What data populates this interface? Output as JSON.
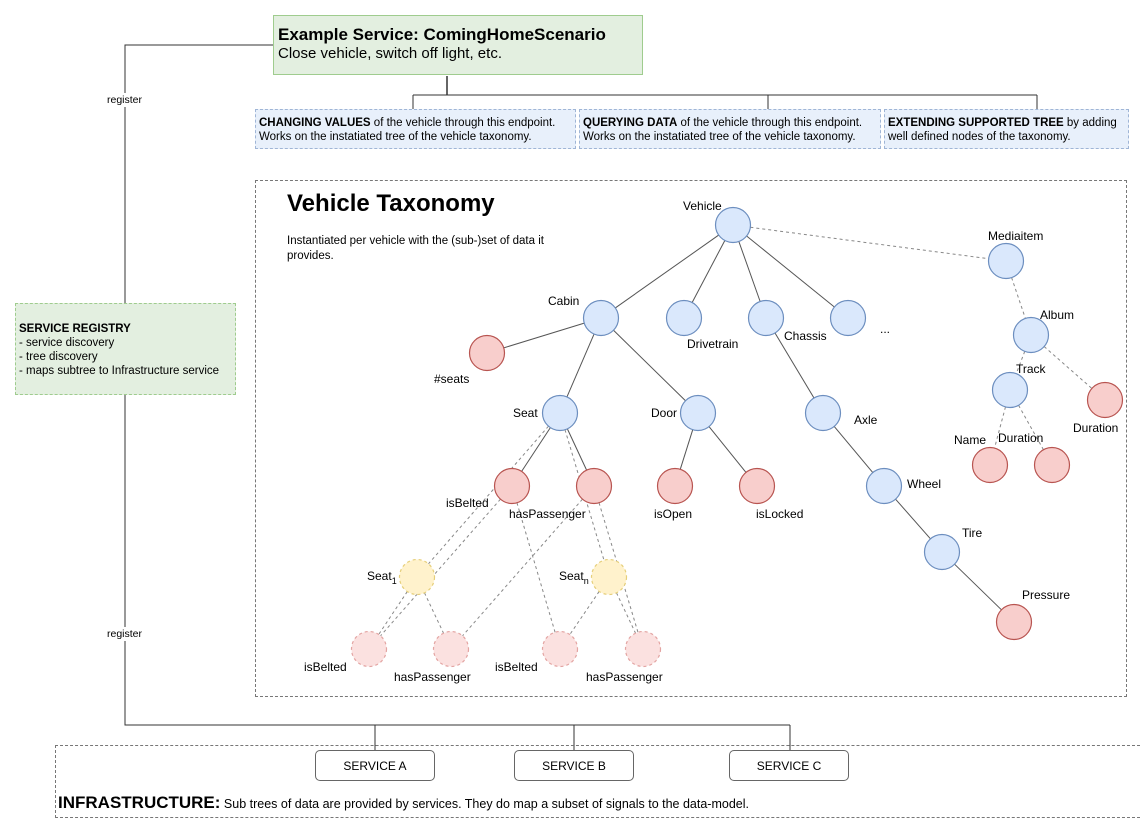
{
  "example_service": {
    "title": "Example Service: ComingHomeScenario",
    "subtitle": "Close vehicle, switch off light, etc."
  },
  "endpoints": [
    {
      "bold": "CHANGING VALUES",
      "rest": " of the vehicle through this endpoint.",
      "line2": "Works on the instatiated tree of the vehicle taxonomy."
    },
    {
      "bold": "QUERYING DATA",
      "rest": " of the vehicle through this endpoint.",
      "line2": "Works on the instatiated tree of the vehicle taxonomy."
    },
    {
      "bold": "EXTENDING SUPPORTED TREE",
      "rest": " by adding",
      "line2": "well defined nodes of the taxonomy."
    }
  ],
  "registry": {
    "title": "SERVICE REGISTRY",
    "items": [
      "- service discovery",
      "- tree discovery",
      "- maps subtree to Infrastructure service"
    ]
  },
  "register_labels": [
    "register",
    "register"
  ],
  "taxonomy": {
    "title": "Vehicle Taxonomy",
    "description": "Instantiated per vehicle with the (sub-)set of data it provides.",
    "node_colors": {
      "branch_fill": "#dae8fc",
      "branch_stroke": "#6c8ebf",
      "leaf_fill": "#f8cecc",
      "leaf_stroke": "#b85450",
      "instance_fill": "#fff2cc",
      "instance_stroke": "#e6cf7a",
      "ghost_fill": "#fbe1e0",
      "ghost_stroke": "#e3a4a2"
    },
    "nodes": [
      {
        "id": "vehicle",
        "label": "Vehicle",
        "type": "branch"
      },
      {
        "id": "cabin",
        "label": "Cabin",
        "type": "branch"
      },
      {
        "id": "drivetrain",
        "label": "Drivetrain",
        "type": "branch"
      },
      {
        "id": "chassis",
        "label": "Chassis",
        "type": "branch"
      },
      {
        "id": "more",
        "label": "...",
        "type": "branch"
      },
      {
        "id": "mediaitem",
        "label": "Mediaitem",
        "type": "branch"
      },
      {
        "id": "seats",
        "label": "#seats",
        "type": "leaf"
      },
      {
        "id": "seat",
        "label": "Seat",
        "type": "branch"
      },
      {
        "id": "door",
        "label": "Door",
        "type": "branch"
      },
      {
        "id": "axle",
        "label": "Axle",
        "type": "branch"
      },
      {
        "id": "album",
        "label": "Album",
        "type": "branch"
      },
      {
        "id": "track",
        "label": "Track",
        "type": "branch"
      },
      {
        "id": "album_duration",
        "label": "Duration",
        "type": "leaf"
      },
      {
        "id": "track_name",
        "label": "Name",
        "type": "leaf"
      },
      {
        "id": "track_duration",
        "label": "Duration",
        "type": "leaf"
      },
      {
        "id": "isbelted",
        "label": "isBelted",
        "type": "leaf"
      },
      {
        "id": "haspassenger",
        "label": "hasPassenger",
        "type": "leaf"
      },
      {
        "id": "isopen",
        "label": "isOpen",
        "type": "leaf"
      },
      {
        "id": "islocked",
        "label": "isLocked",
        "type": "leaf"
      },
      {
        "id": "wheel",
        "label": "Wheel",
        "type": "branch"
      },
      {
        "id": "tire",
        "label": "Tire",
        "type": "branch"
      },
      {
        "id": "pressure",
        "label": "Pressure",
        "type": "leaf"
      },
      {
        "id": "seat1",
        "label": "Seat",
        "sub": "1",
        "type": "instance"
      },
      {
        "id": "seatn",
        "label": "Seat",
        "sub": "n",
        "type": "instance"
      },
      {
        "id": "s1_isbelted",
        "label": "isBelted",
        "type": "ghost"
      },
      {
        "id": "s1_haspassenger",
        "label": "hasPassenger",
        "type": "ghost"
      },
      {
        "id": "sn_isbelted",
        "label": "isBelted",
        "type": "ghost"
      },
      {
        "id": "sn_haspassenger",
        "label": "hasPassenger",
        "type": "ghost"
      }
    ],
    "edges": [
      {
        "from": "vehicle",
        "to": "cabin",
        "style": "solid"
      },
      {
        "from": "vehicle",
        "to": "drivetrain",
        "style": "solid"
      },
      {
        "from": "vehicle",
        "to": "chassis",
        "style": "solid"
      },
      {
        "from": "vehicle",
        "to": "more",
        "style": "solid"
      },
      {
        "from": "vehicle",
        "to": "mediaitem",
        "style": "dashed"
      },
      {
        "from": "cabin",
        "to": "seats",
        "style": "solid"
      },
      {
        "from": "cabin",
        "to": "seat",
        "style": "solid"
      },
      {
        "from": "cabin",
        "to": "door",
        "style": "solid"
      },
      {
        "from": "seat",
        "to": "isbelted",
        "style": "solid"
      },
      {
        "from": "seat",
        "to": "haspassenger",
        "style": "solid"
      },
      {
        "from": "door",
        "to": "isopen",
        "style": "solid"
      },
      {
        "from": "door",
        "to": "islocked",
        "style": "solid"
      },
      {
        "from": "chassis",
        "to": "axle",
        "style": "solid"
      },
      {
        "from": "axle",
        "to": "wheel",
        "style": "solid"
      },
      {
        "from": "wheel",
        "to": "tire",
        "style": "solid"
      },
      {
        "from": "tire",
        "to": "pressure",
        "style": "solid"
      },
      {
        "from": "mediaitem",
        "to": "album",
        "style": "dashed"
      },
      {
        "from": "album",
        "to": "track",
        "style": "dashed"
      },
      {
        "from": "album",
        "to": "album_duration",
        "style": "dashed"
      },
      {
        "from": "track",
        "to": "track_name",
        "style": "dashed"
      },
      {
        "from": "track",
        "to": "track_duration",
        "style": "dashed"
      },
      {
        "from": "seat",
        "to": "seat1",
        "style": "dashed"
      },
      {
        "from": "seat",
        "to": "seatn",
        "style": "dashed"
      },
      {
        "from": "seat1",
        "to": "s1_isbelted",
        "style": "dashed"
      },
      {
        "from": "seat1",
        "to": "s1_haspassenger",
        "style": "dashed"
      },
      {
        "from": "seatn",
        "to": "sn_isbelted",
        "style": "dashed"
      },
      {
        "from": "seatn",
        "to": "sn_haspassenger",
        "style": "dashed"
      },
      {
        "from": "isbelted",
        "to": "s1_isbelted",
        "style": "dashed"
      },
      {
        "from": "isbelted",
        "to": "sn_isbelted",
        "style": "dashed"
      },
      {
        "from": "haspassenger",
        "to": "s1_haspassenger",
        "style": "dashed"
      },
      {
        "from": "haspassenger",
        "to": "sn_haspassenger",
        "style": "dashed"
      }
    ]
  },
  "infrastructure": {
    "label": "INFRASTRUCTURE:",
    "text": " Sub trees of data are provided by services. They do map a subset of signals to the data-model.",
    "services": [
      "SERVICE A",
      "SERVICE B",
      "SERVICE C"
    ]
  }
}
